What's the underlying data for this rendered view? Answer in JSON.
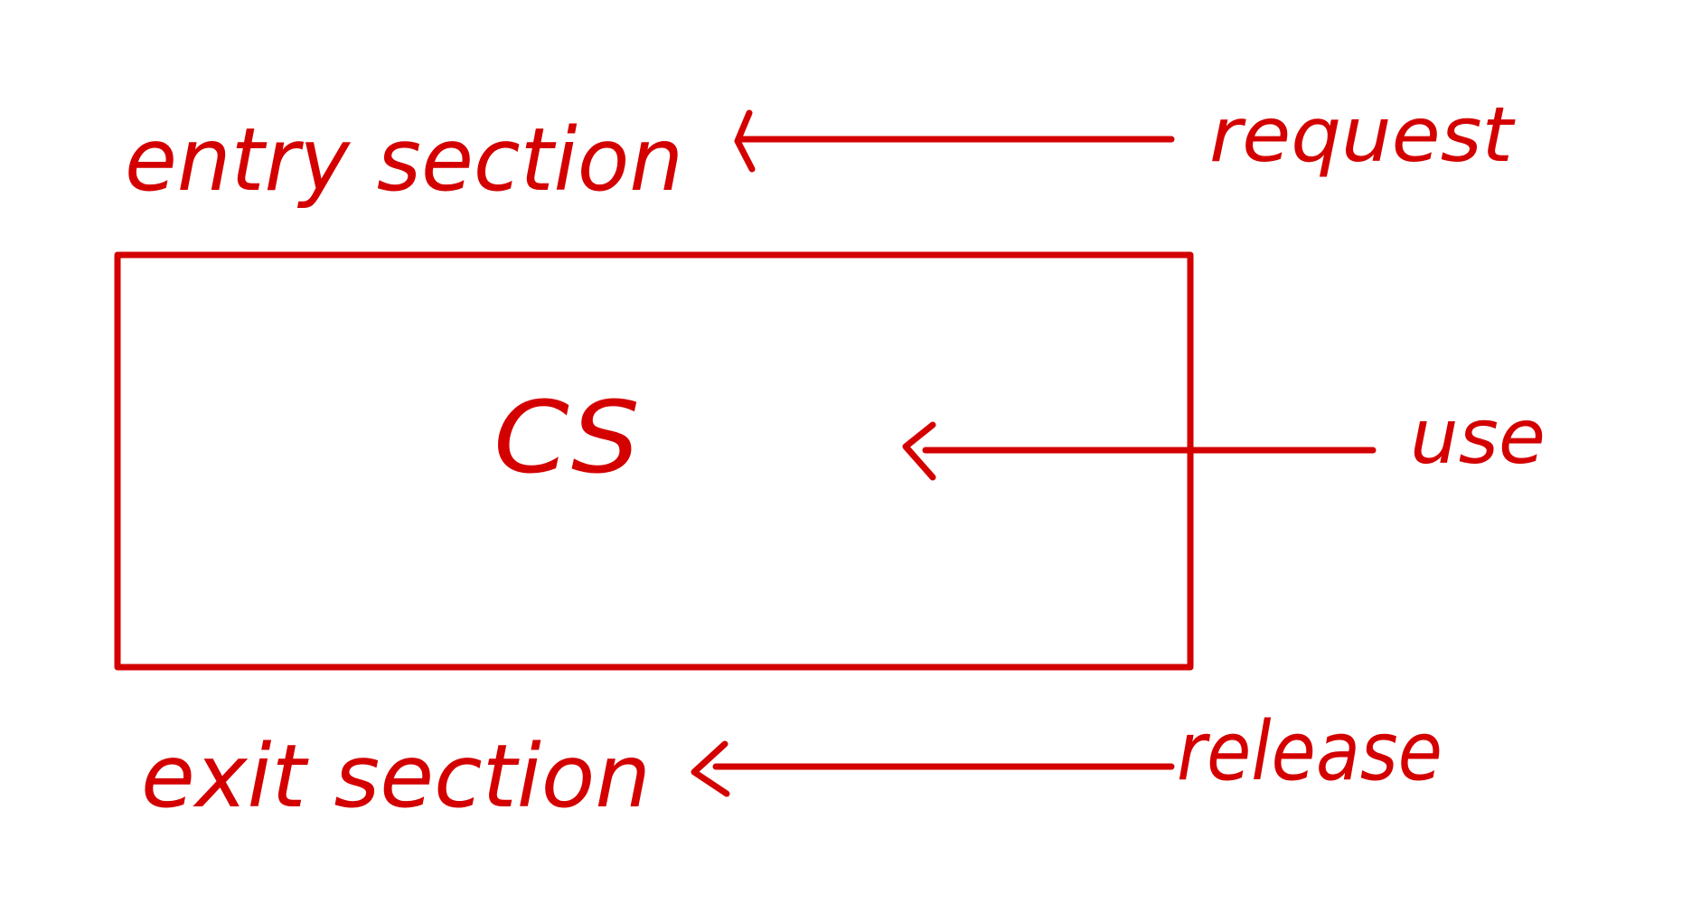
{
  "diagram": {
    "stroke_color": "#d40000",
    "box_label": "CS",
    "labels": {
      "entry": "entry section",
      "exit": "exit section",
      "request": "request",
      "use": "use",
      "release": "release"
    }
  }
}
